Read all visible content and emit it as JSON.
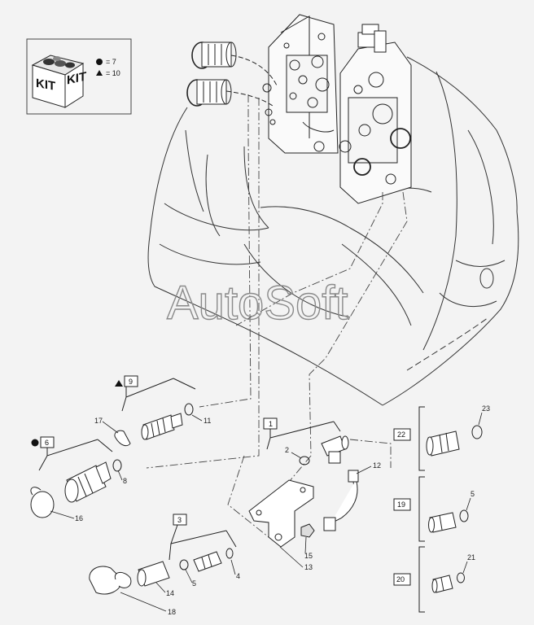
{
  "kit": {
    "text_left": "KIT",
    "text_right": "KIT",
    "circle_label": "= 7",
    "triangle_label": "= 10"
  },
  "watermark": "AutoSoft",
  "kit_labels": {
    "k9": "9",
    "k6": "6",
    "k1": "1",
    "k3": "3",
    "k22": "22",
    "k19": "19",
    "k20": "20"
  },
  "callouts": {
    "c17": "17",
    "c11": "11",
    "c8": "8",
    "c16": "16",
    "c2": "2",
    "c12": "12",
    "c15": "15",
    "c13": "13",
    "c5": "5",
    "c4": "4",
    "c14": "14",
    "c18": "18",
    "c23": "23",
    "c5b": "5",
    "c21": "21"
  }
}
